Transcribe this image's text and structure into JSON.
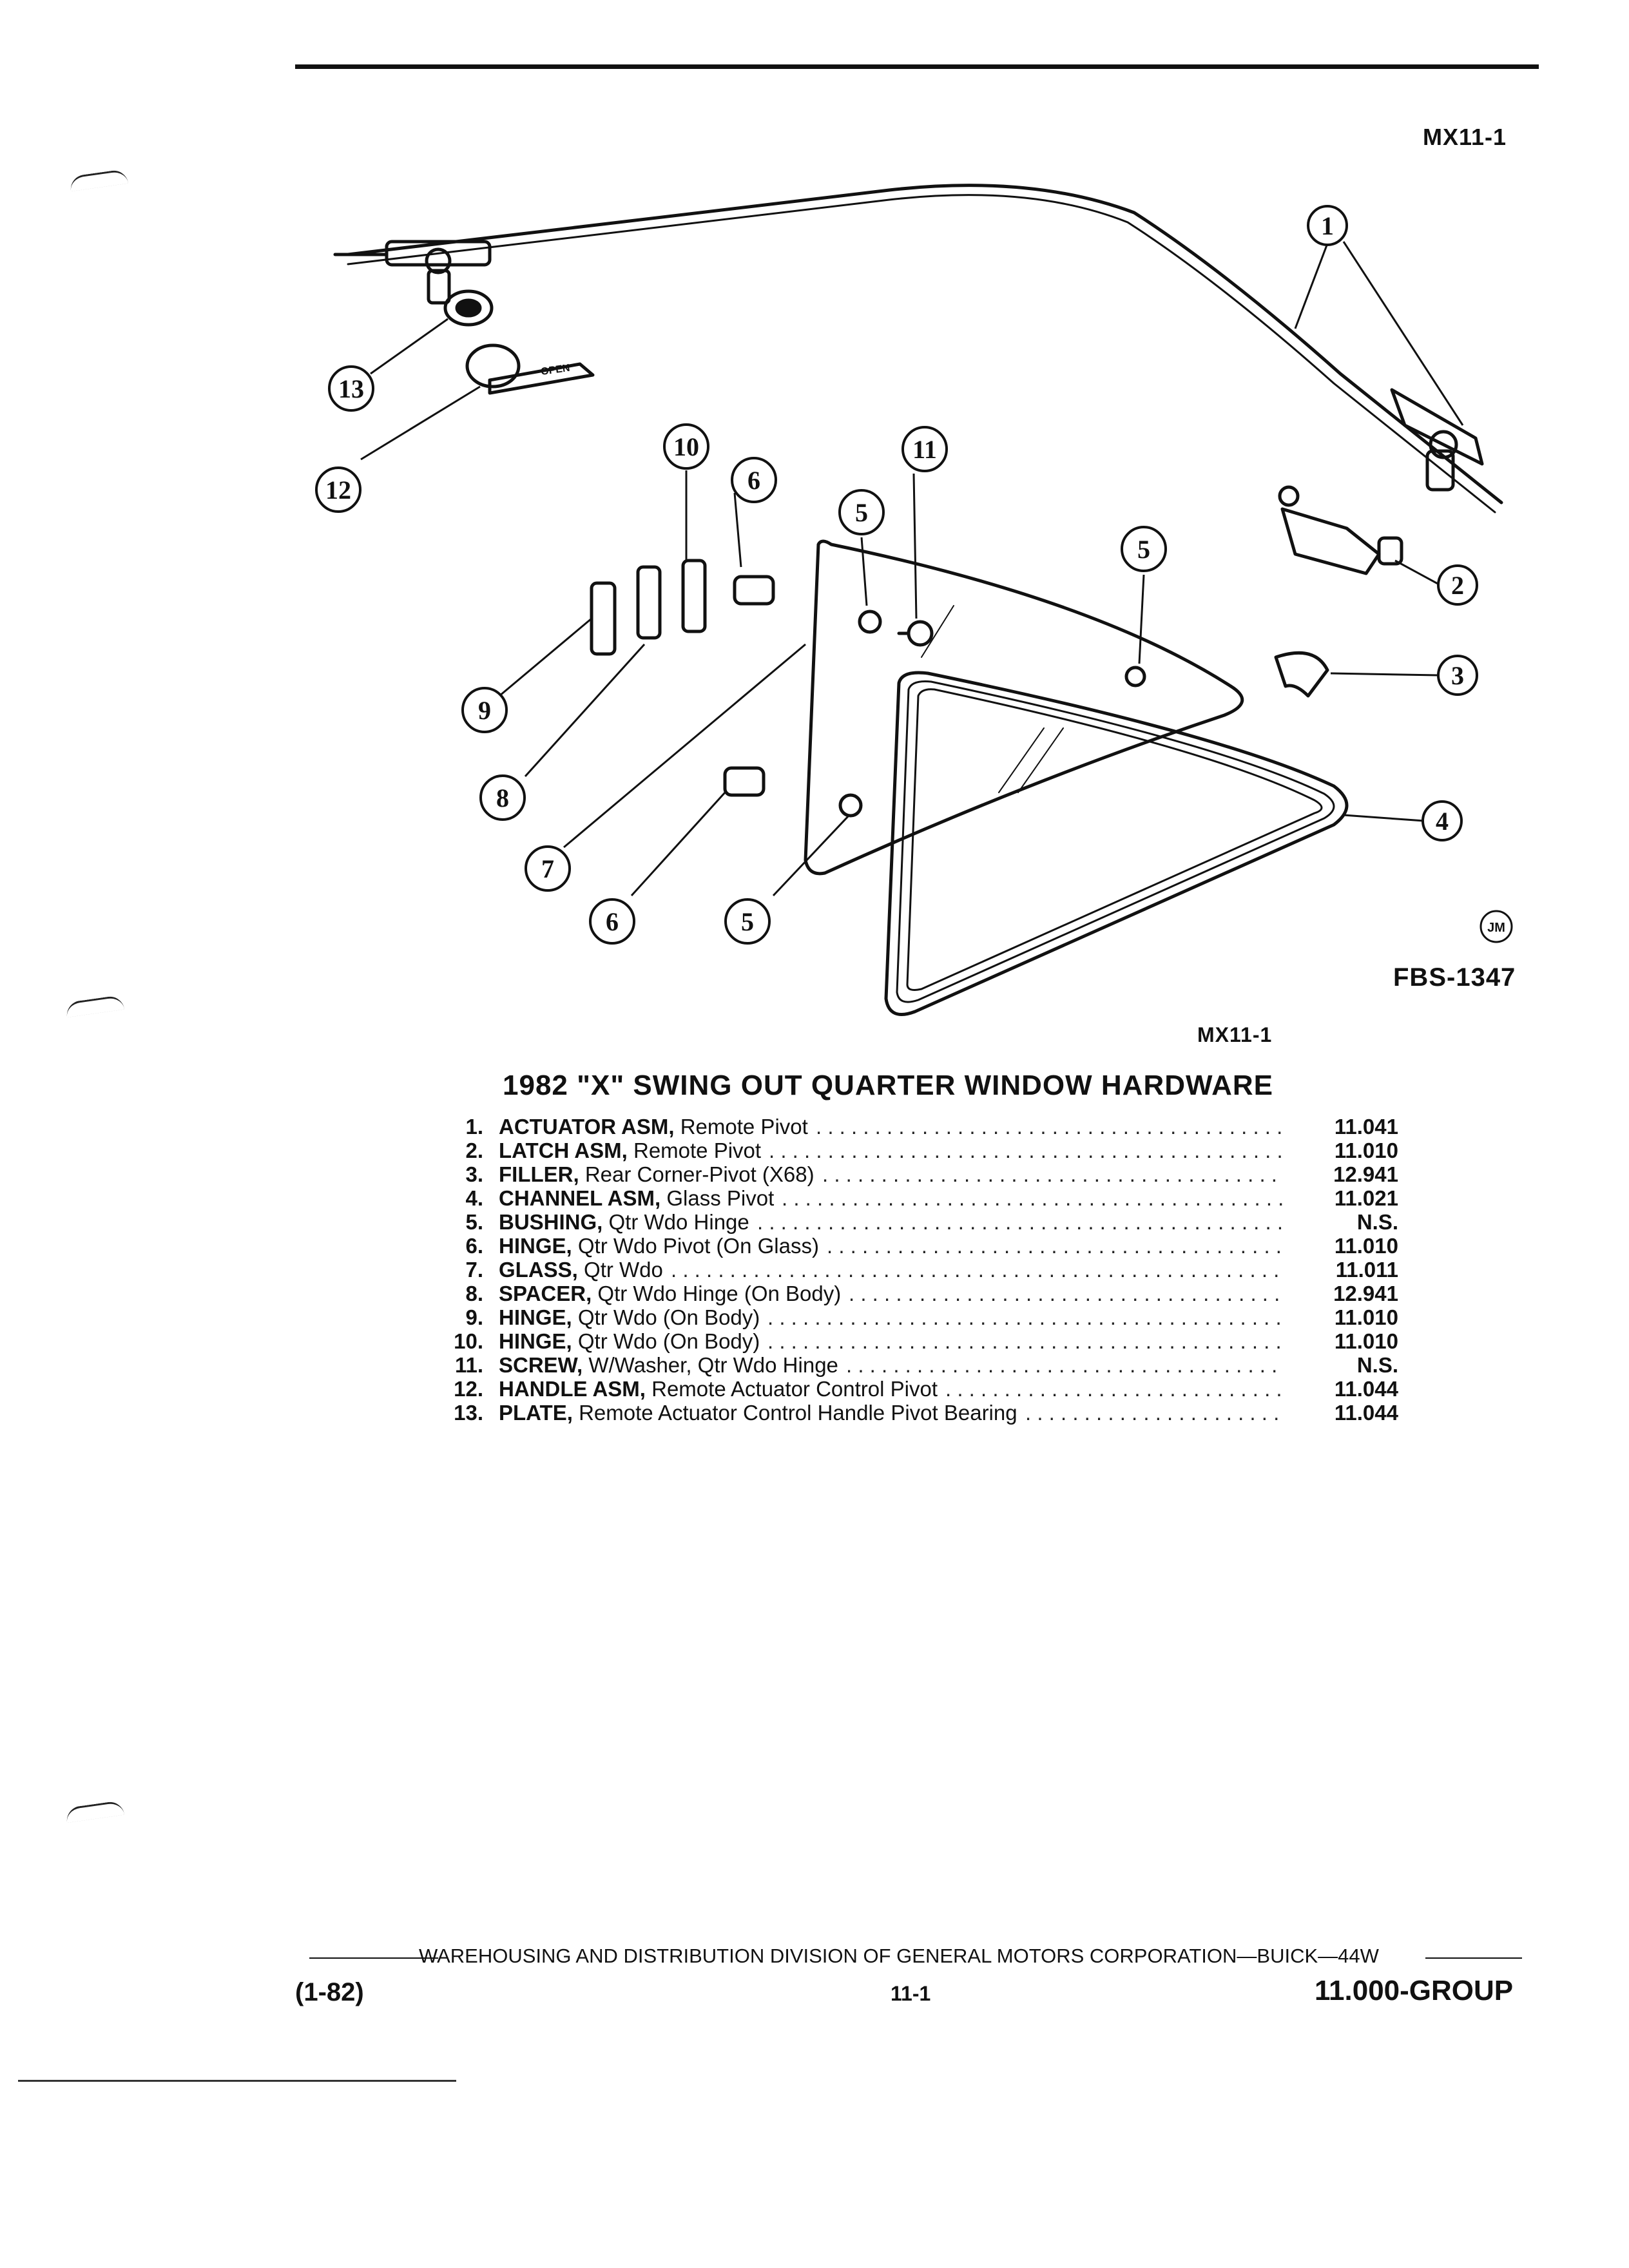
{
  "header": {
    "figure_code": "MX11-1"
  },
  "figure": {
    "code_below": "MX11-1",
    "stamp": "FBS-1347",
    "logo_text": "JM",
    "handle_label": "OPEN",
    "callouts": [
      "1",
      "2",
      "3",
      "4",
      "5",
      "5",
      "5",
      "6",
      "6",
      "7",
      "8",
      "9",
      "10",
      "11",
      "12",
      "13"
    ]
  },
  "title": "1982 \"X\" SWING OUT QUARTER WINDOW HARDWARE",
  "parts": [
    {
      "num": "1.",
      "name": "ACTUATOR ASM,",
      "desc": "Remote Pivot",
      "ref": "11.041"
    },
    {
      "num": "2.",
      "name": "LATCH ASM,",
      "desc": "Remote Pivot",
      "ref": "11.010"
    },
    {
      "num": "3.",
      "name": "FILLER,",
      "desc": "Rear Corner-Pivot (X68)",
      "ref": "12.941"
    },
    {
      "num": "4.",
      "name": "CHANNEL ASM,",
      "desc": "Glass Pivot",
      "ref": "11.021"
    },
    {
      "num": "5.",
      "name": "BUSHING,",
      "desc": "Qtr Wdo Hinge",
      "ref": "N.S."
    },
    {
      "num": "6.",
      "name": "HINGE,",
      "desc": "Qtr Wdo Pivot (On Glass)",
      "ref": "11.010"
    },
    {
      "num": "7.",
      "name": "GLASS,",
      "desc": "Qtr Wdo",
      "ref": "11.011"
    },
    {
      "num": "8.",
      "name": "SPACER,",
      "desc": "Qtr Wdo Hinge (On Body)",
      "ref": "12.941"
    },
    {
      "num": "9.",
      "name": "HINGE,",
      "desc": "Qtr Wdo (On Body)",
      "ref": "11.010"
    },
    {
      "num": "10.",
      "name": "HINGE,",
      "desc": "Qtr Wdo (On Body)",
      "ref": "11.010"
    },
    {
      "num": "11.",
      "name": "SCREW,",
      "desc": "W/Washer, Qtr Wdo Hinge",
      "ref": "N.S."
    },
    {
      "num": "12.",
      "name": "HANDLE ASM,",
      "desc": "Remote Actuator Control Pivot",
      "ref": "11.044"
    },
    {
      "num": "13.",
      "name": "PLATE,",
      "desc": "Remote Actuator Control Handle Pivot Bearing",
      "ref": "11.044"
    }
  ],
  "footer": {
    "publisher": "WAREHOUSING AND DISTRIBUTION  DIVISION OF GENERAL MOTORS CORPORATION—BUICK—44W",
    "date": "(1-82)",
    "page": "11-1",
    "group": "11.000-GROUP"
  }
}
